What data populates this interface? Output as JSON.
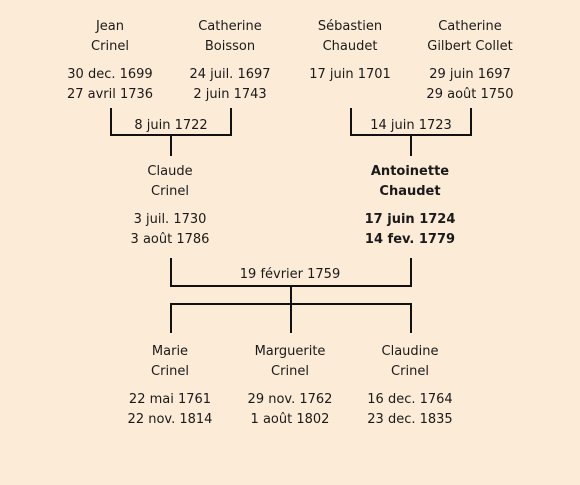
{
  "grandparents": [
    {
      "first": "Jean",
      "last": "Crinel",
      "birth": "30 dec. 1699",
      "death": "27 avril 1736"
    },
    {
      "first": "Catherine",
      "last": "Boisson",
      "birth": "24 juil. 1697",
      "death": "2 juin 1743"
    },
    {
      "first": "Sébastien",
      "last": "Chaudet",
      "birth": "17 juin 1701",
      "death": ""
    },
    {
      "first": "Catherine",
      "last": "Gilbert Collet",
      "birth": "29 juin 1697",
      "death": "29 août 1750"
    }
  ],
  "marriages": {
    "left_grandparents": "8 juin 1722",
    "right_grandparents": "14 juin 1723",
    "parents": "19 février 1759"
  },
  "parents": [
    {
      "first": "Claude",
      "last": "Crinel",
      "birth": "3 juil. 1730",
      "death": "3 août 1786"
    },
    {
      "first": "Antoinette",
      "last": "Chaudet",
      "birth": "17 juin 1724",
      "death": "14 fev. 1779"
    }
  ],
  "children": [
    {
      "first": "Marie",
      "last": "Crinel",
      "birth": "22 mai 1761",
      "death": "22 nov. 1814"
    },
    {
      "first": "Marguerite",
      "last": "Crinel",
      "birth": "29 nov. 1762",
      "death": "1 août 1802"
    },
    {
      "first": "Claudine",
      "last": "Crinel",
      "birth": "16 dec. 1764",
      "death": "23 dec. 1835"
    }
  ]
}
